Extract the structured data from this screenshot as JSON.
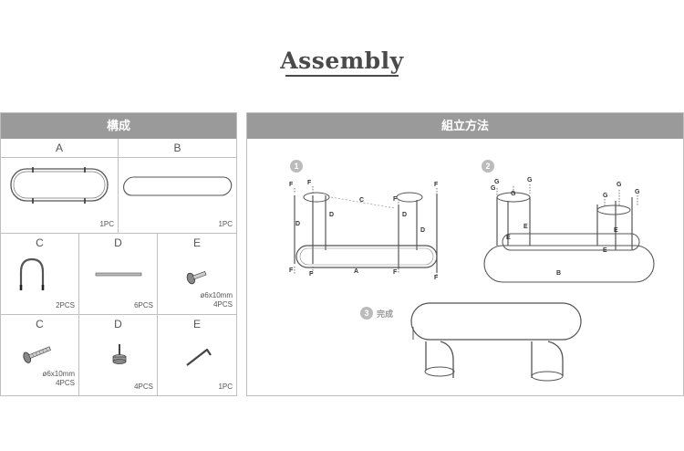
{
  "title": "Assembly",
  "parts_panel": {
    "heading": "構成",
    "row1": [
      {
        "letter": "A",
        "qty": "1PC"
      },
      {
        "letter": "B",
        "qty": "1PC"
      }
    ],
    "row2": [
      {
        "letter": "C",
        "qty": "2PCS"
      },
      {
        "letter": "D",
        "qty": "6PCS"
      },
      {
        "letter": "E",
        "spec": "ø6x10mm",
        "qty": "4PCS"
      }
    ],
    "row3": [
      {
        "letter": "C",
        "spec": "ø6x10mm",
        "qty": "4PCS"
      },
      {
        "letter": "D",
        "qty": "4PCS"
      },
      {
        "letter": "E",
        "qty": "1PC"
      }
    ]
  },
  "assembly_panel": {
    "heading": "組立方法",
    "step1_number": "1",
    "step2_number": "2",
    "step3_number": "3",
    "step3_label": "完成",
    "step1_letters": [
      "F",
      "F",
      "F",
      "F",
      "F",
      "F",
      "F",
      "F",
      "D",
      "D",
      "D",
      "D",
      "C",
      "A"
    ],
    "step2_letters": [
      "G",
      "G",
      "G",
      "G",
      "G",
      "G",
      "G",
      "E",
      "E",
      "E",
      "E",
      "B"
    ]
  }
}
